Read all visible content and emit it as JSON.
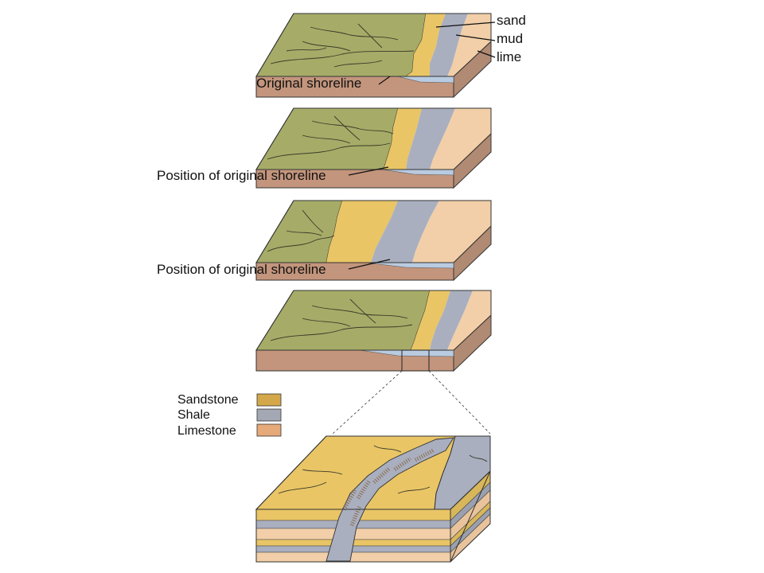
{
  "colors": {
    "land": "#a6ac68",
    "sand": "#e9c566",
    "mud": "#a9afbf",
    "lime": "#f2cfa8",
    "earth": "#c3957c",
    "water": "#b9cbe0",
    "sandstone": "#d4a84a",
    "shale": "#a3a8b4",
    "limestone": "#e5a97a"
  },
  "icons": [
    "land-river-network",
    "leader-arrow"
  ],
  "labels": {
    "sand": "sand",
    "mud": "mud",
    "lime": "lime",
    "original_shoreline": "Original shoreline",
    "position_original_shoreline_2": "Position of original shoreline",
    "position_original_shoreline_3": "Position of original shoreline"
  },
  "legend": {
    "sandstone": "Sandstone",
    "shale": "Shale",
    "limestone": "Limestone"
  }
}
